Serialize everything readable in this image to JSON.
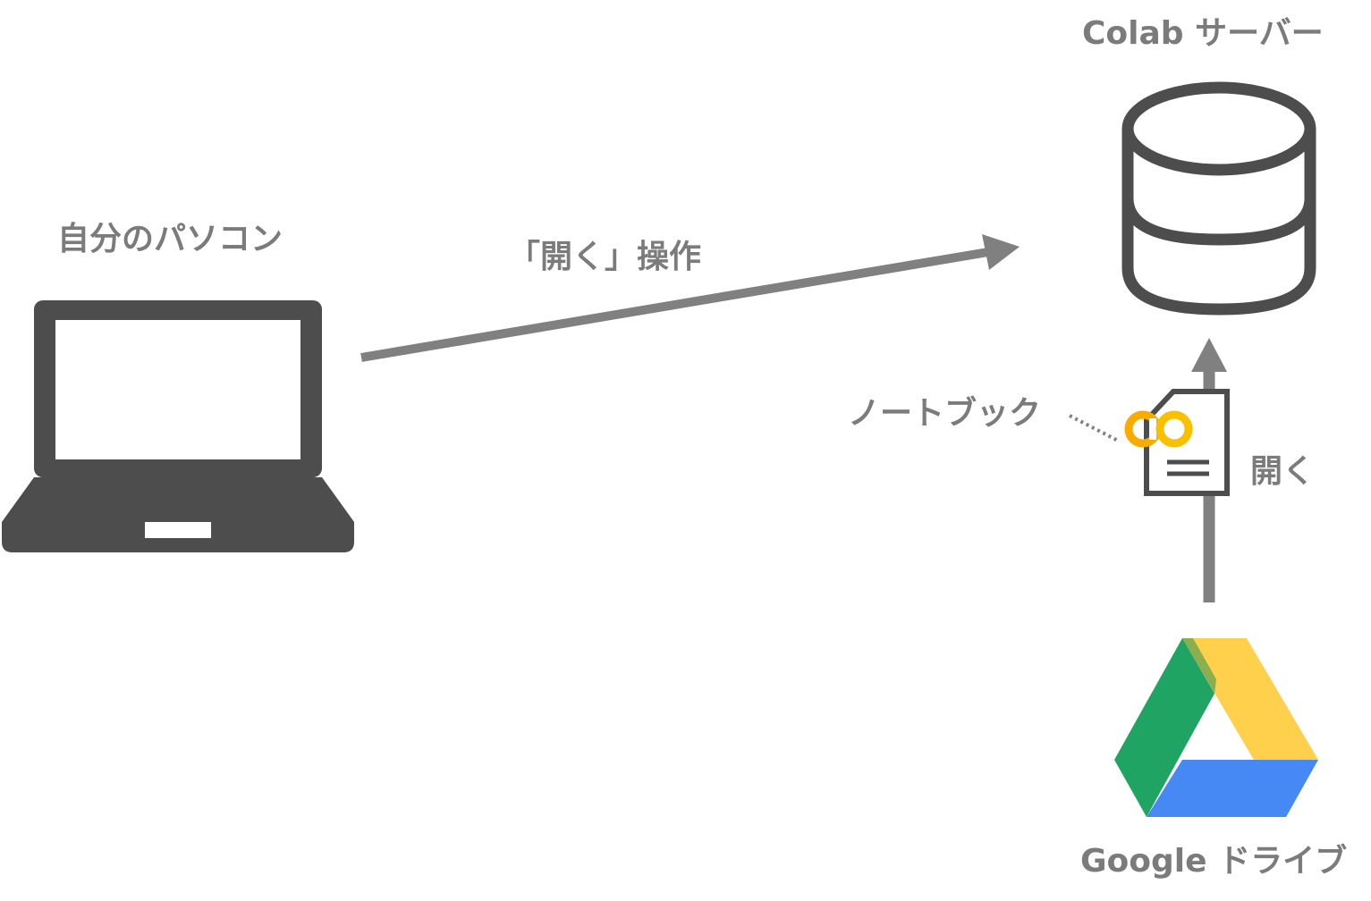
{
  "labels": {
    "pc": "自分のパソコン",
    "open_operation": "「開く」操作",
    "server": "Colab サーバー",
    "notebook": "ノートブック",
    "open": "開く",
    "drive": "Google ドライブ"
  },
  "notebook_icon": {
    "logo_text": "CO"
  },
  "colors": {
    "icon_gray": "#4d4d4d",
    "arrow_gray": "#808080",
    "label_gray": "#7b7b7b",
    "colab_yellow": "#f9ab00",
    "colab_orange": "#f9c000",
    "drive_green": "#1fa463",
    "drive_yellow": "#ffd04b",
    "drive_blue": "#4688f4"
  }
}
